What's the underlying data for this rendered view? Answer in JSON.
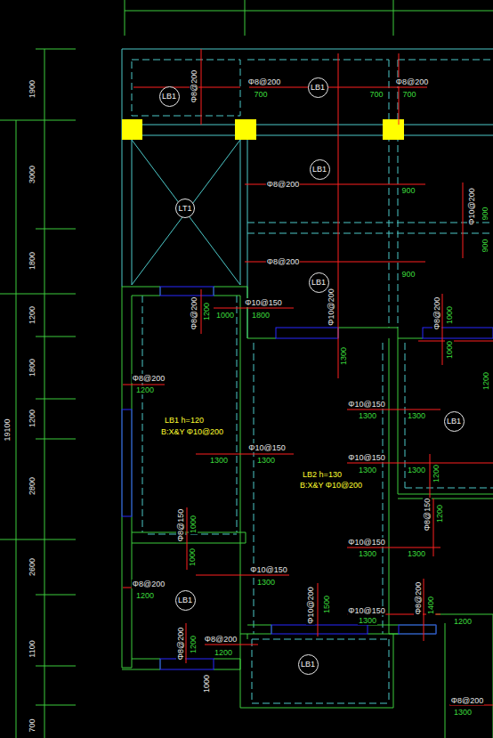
{
  "diagram": {
    "nodes": [
      {
        "text": [
          "LB1"
        ]
      },
      {
        "text": [
          "LB1"
        ]
      },
      {
        "text": [
          "LB1"
        ]
      },
      {
        "text": [
          "LT1"
        ]
      },
      {
        "text": [
          "LB1"
        ]
      },
      {
        "text": [
          "LB1"
        ]
      },
      {
        "text": [
          "LB1"
        ]
      },
      {
        "text": [
          "LB1"
        ]
      }
    ],
    "labels": [
      "1900",
      "3000",
      "1800",
      "1200",
      "1800",
      "1200",
      "2800",
      "2600",
      "1100",
      "700",
      "19100",
      "Φ8@200",
      "Φ8@200",
      "700",
      "700",
      "Φ8@200",
      "700",
      "Φ8@200",
      "900",
      "Φ10@200",
      "900",
      "900",
      "Φ8@200",
      "900",
      "Φ8@200",
      "1200",
      "1000",
      "Φ10@150",
      "1800",
      "Φ10@200",
      "1300",
      "Φ8@200",
      "1000",
      "1000",
      "1200",
      "Φ8@200",
      "1200",
      "LB1 h=120",
      "B:X&Y Φ10@200",
      "Φ10@150",
      "1300",
      "1300",
      "Φ10@150",
      "1300",
      "1300",
      "LB2 h=130",
      "B:X&Y Φ10@200",
      "Φ10@150",
      "1300",
      "1300",
      "1200",
      "Φ8@150",
      "1000",
      "1000",
      "Φ8@150",
      "1200",
      "Φ10@150",
      "1300",
      "1300",
      "Φ10@150",
      "1300",
      "Φ8@200",
      "1200",
      "Φ10@200",
      "1500",
      "Φ8@200",
      "1400",
      "Φ10@150",
      "1300",
      "1200",
      "Φ8@200",
      "1200",
      "Φ8@200",
      "1200",
      "1000",
      "Φ8@200",
      "1300"
    ]
  }
}
